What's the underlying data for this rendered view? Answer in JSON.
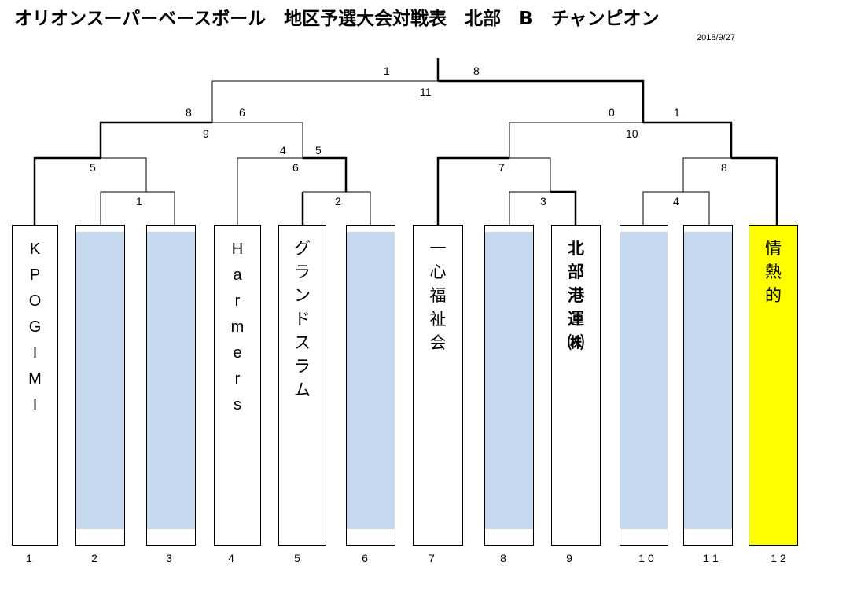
{
  "header": {
    "title": "オリオンスーパーベースボール　地区予選大会対戦表　北部　B　チャンピオン",
    "date": "2018/9/27"
  },
  "slots": [
    {
      "number": "1",
      "team": "KPOGIMI",
      "chars": [
        "K",
        "P",
        "O",
        "G",
        "I",
        "M",
        "I"
      ],
      "style": "latin"
    },
    {
      "number": "2",
      "team": "",
      "chars": [],
      "style": "empty"
    },
    {
      "number": "3",
      "team": "",
      "chars": [],
      "style": "empty"
    },
    {
      "number": "4",
      "team": "Harmers",
      "chars": [
        "H",
        "a",
        "r",
        "m",
        "e",
        "r",
        "s"
      ],
      "style": "latin"
    },
    {
      "number": "5",
      "team": "グランドスラム",
      "chars": [
        "グ",
        "ラ",
        "ン",
        "ド",
        "ス",
        "ラ",
        "ム"
      ],
      "style": "normal"
    },
    {
      "number": "6",
      "team": "",
      "chars": [],
      "style": "empty"
    },
    {
      "number": "7",
      "team": "一心福祉会",
      "chars": [
        "一",
        "心",
        "福",
        "祉",
        "会"
      ],
      "style": "normal"
    },
    {
      "number": "8",
      "team": "",
      "chars": [],
      "style": "empty"
    },
    {
      "number": "9",
      "team": "北部港運㈱",
      "chars": [
        "北",
        "部",
        "港",
        "運",
        "㈱"
      ],
      "style": "bold"
    },
    {
      "number": "1 0",
      "team": "",
      "chars": [],
      "style": "empty"
    },
    {
      "number": "1 1",
      "team": "",
      "chars": [],
      "style": "empty"
    },
    {
      "number": "1 2",
      "team": "情熱的",
      "chars": [
        "情",
        "熱",
        "的"
      ],
      "style": "champion"
    }
  ],
  "matches": [
    {
      "id": "m1",
      "game": "1",
      "score_left": "",
      "score_right": ""
    },
    {
      "id": "m2",
      "game": "2",
      "score_left": "",
      "score_right": ""
    },
    {
      "id": "m3",
      "game": "3",
      "score_left": "",
      "score_right": ""
    },
    {
      "id": "m4",
      "game": "4",
      "score_left": "",
      "score_right": ""
    },
    {
      "id": "m5",
      "game": "5",
      "score_left": "",
      "score_right": ""
    },
    {
      "id": "m6",
      "game": "6",
      "score_left": "4",
      "score_right": "5"
    },
    {
      "id": "m7",
      "game": "7",
      "score_left": "",
      "score_right": ""
    },
    {
      "id": "m8",
      "game": "8",
      "score_left": "",
      "score_right": ""
    },
    {
      "id": "m9",
      "game": "9",
      "score_left": "8",
      "score_right": "6"
    },
    {
      "id": "m10",
      "game": "10",
      "score_left": "0",
      "score_right": "1"
    },
    {
      "id": "m11",
      "game": "11",
      "score_left": "1",
      "score_right": "8"
    }
  ]
}
